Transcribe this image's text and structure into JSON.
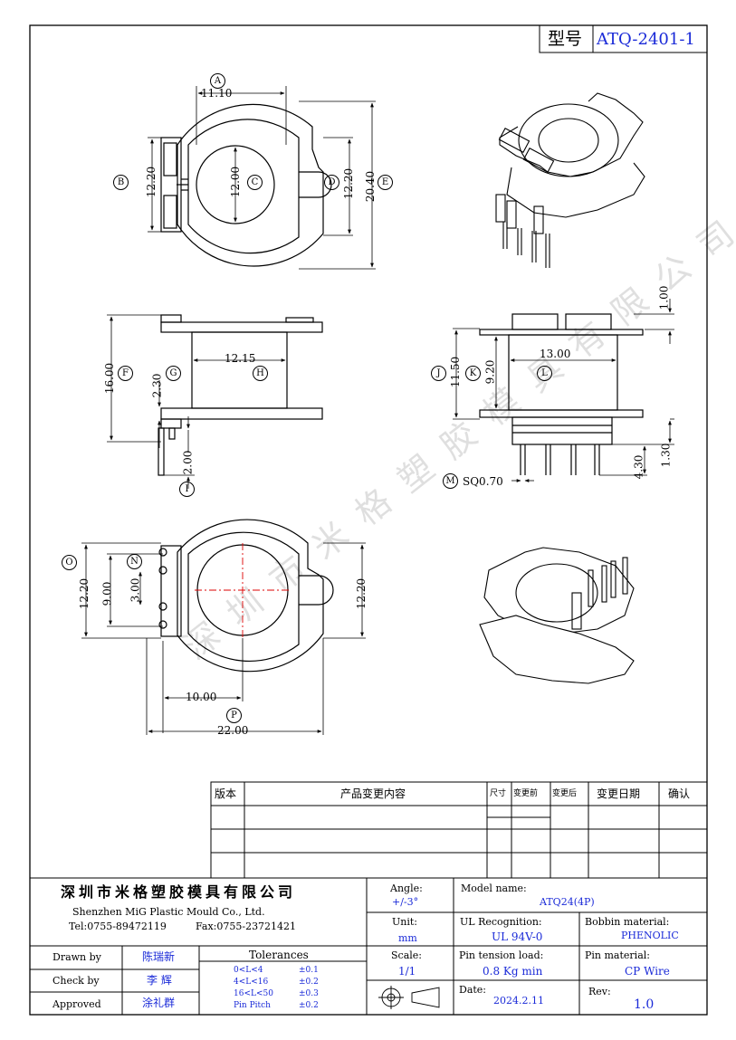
{
  "header": {
    "model_label": "型号",
    "model_no": "ATQ-2401-1"
  },
  "dimensions": {
    "top_view": {
      "a": "11.10",
      "b": "12.20",
      "c": "12.00",
      "d": "12.20",
      "e": "20.40"
    },
    "side_view": {
      "f": "16.00",
      "g": "2.30",
      "h": "12.15",
      "i": "2.00"
    },
    "front_view": {
      "j": "11.50",
      "k": "9.20",
      "l": "13.00",
      "top": "1.00",
      "pin_len": "4.30",
      "pin_standoff": "1.30",
      "m": "SQ0.70"
    },
    "bottom_view": {
      "o": "12.20",
      "n": "9.00",
      "n_pitch": "3.00",
      "right": "12.20",
      "p1": "10.00",
      "p2": "22.00"
    }
  },
  "markers": [
    "A",
    "B",
    "C",
    "D",
    "E",
    "F",
    "G",
    "H",
    "I",
    "J",
    "K",
    "L",
    "M",
    "N",
    "O",
    "P"
  ],
  "revision_table": {
    "headers": [
      "版本",
      "产品变更内容",
      "尺寸",
      "变更前",
      "变更后",
      "变更日期",
      "确认"
    ]
  },
  "title_block": {
    "company_cn": "深圳市米格塑胶模具有限公司",
    "company_en": "Shenzhen MiG Plastic Mould Co., Ltd.",
    "tel": "Tel:0755-89472119",
    "fax": "Fax:0755-23721421",
    "angle_label": "Angle:",
    "angle_value": "+/-3°",
    "unit_label": "Unit:",
    "unit_value": "mm",
    "scale_label": "Scale:",
    "scale_value": "1/1",
    "model_name_label": "Model name:",
    "model_name": "ATQ24(4P)",
    "ul_label": "UL Recognition:",
    "ul_value": "UL 94V-0",
    "bobbin_label": "Bobbin material:",
    "bobbin_value": "PHENOLIC",
    "pin_tension_label": "Pin tension load:",
    "pin_tension_value": "0.8 Kg min",
    "pin_material_label": "Pin material:",
    "pin_material_value": "CP Wire",
    "date_label": "Date:",
    "date_value": "2024.2.11",
    "rev_label": "Rev:",
    "rev_value": "1.0",
    "drawn_label": "Drawn by",
    "drawn_value": "陈瑞新",
    "check_label": "Check by",
    "check_value": "李 辉",
    "approved_label": "Approved",
    "approved_value": "涂礼群",
    "tolerances_label": "Tolerances",
    "tolerances": [
      {
        "range": "0<L<4",
        "tol": "±0.1"
      },
      {
        "range": "4<L<16",
        "tol": "±0.2"
      },
      {
        "range": "16<L<50",
        "tol": "±0.3"
      },
      {
        "range": "Pin Pitch",
        "tol": "±0.2"
      }
    ]
  },
  "watermark": "深圳市米格塑胶模具有限公司"
}
